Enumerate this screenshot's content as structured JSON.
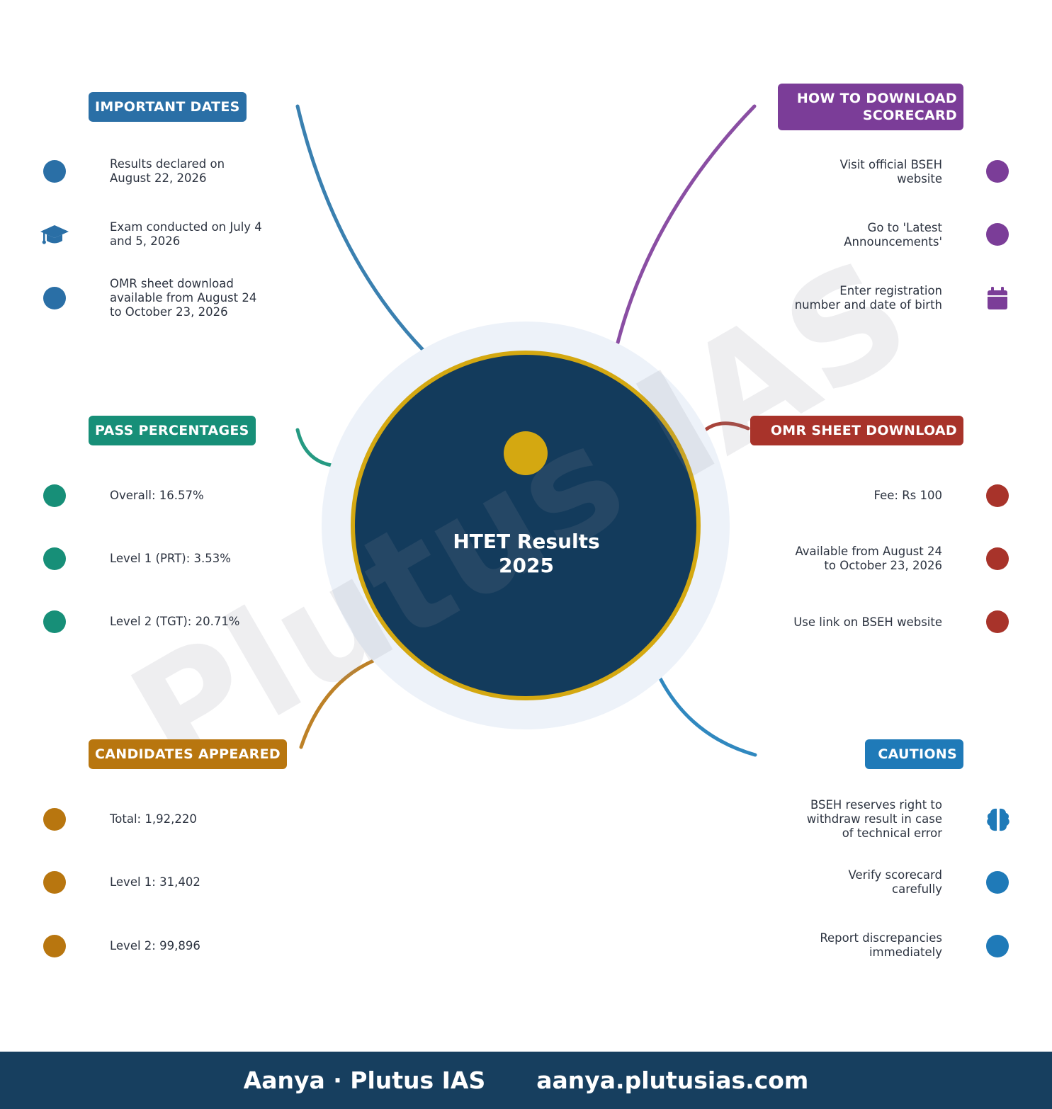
{
  "center": {
    "title": "HTET Results\n2025"
  },
  "watermark": "Plutus IAS",
  "footer": {
    "brand": "Aanya · Plutus IAS",
    "url": "aanya.plutusias.com"
  },
  "colors": {
    "dates": "#2a6fa6",
    "download": "#7b3d98",
    "pass": "#178f78",
    "omr": "#a8332a",
    "candidates": "#b8760f",
    "cautions": "#1f7ab8",
    "center_fill": "#133b5c",
    "center_ring": "#d4a811",
    "halo": "#edf2f9"
  },
  "branches": {
    "dates": {
      "label": "IMPORTANT DATES",
      "items": [
        {
          "text": "Results declared on\nAugust 22, 2026",
          "icon": "circle"
        },
        {
          "text": "Exam conducted on July 4\nand 5, 2026",
          "icon": "graduation-cap-icon"
        },
        {
          "text": "OMR sheet download\navailable from August 24\nto October 23, 2026",
          "icon": "circle"
        }
      ]
    },
    "download": {
      "label": "HOW TO DOWNLOAD\nSCORECARD",
      "items": [
        {
          "text": "Visit official BSEH\nwebsite",
          "icon": "circle"
        },
        {
          "text": "Go to 'Latest\nAnnouncements'",
          "icon": "circle"
        },
        {
          "text": "Enter registration\nnumber and date of birth",
          "icon": "calendar-icon"
        }
      ]
    },
    "pass": {
      "label": "PASS PERCENTAGES",
      "items": [
        {
          "text": "Overall: 16.57%",
          "icon": "circle"
        },
        {
          "text": "Level 1 (PRT): 3.53%",
          "icon": "circle"
        },
        {
          "text": "Level 2 (TGT): 20.71%",
          "icon": "circle"
        }
      ]
    },
    "omr": {
      "label": "OMR SHEET DOWNLOAD",
      "items": [
        {
          "text": "Fee: Rs 100",
          "icon": "circle"
        },
        {
          "text": "Available from August 24\nto October 23, 2026",
          "icon": "circle"
        },
        {
          "text": "Use link on BSEH website",
          "icon": "circle"
        }
      ]
    },
    "candidates": {
      "label": "CANDIDATES APPEARED",
      "items": [
        {
          "text": "Total: 1,92,220",
          "icon": "circle"
        },
        {
          "text": "Level 1: 31,402",
          "icon": "circle"
        },
        {
          "text": "Level 2: 99,896",
          "icon": "circle"
        }
      ]
    },
    "cautions": {
      "label": "CAUTIONS",
      "items": [
        {
          "text": "BSEH reserves right to\nwithdraw result in case\nof technical error",
          "icon": "brain-icon"
        },
        {
          "text": "Verify scorecard\ncarefully",
          "icon": "circle"
        },
        {
          "text": "Report discrepancies\nimmediately",
          "icon": "circle"
        }
      ]
    }
  }
}
